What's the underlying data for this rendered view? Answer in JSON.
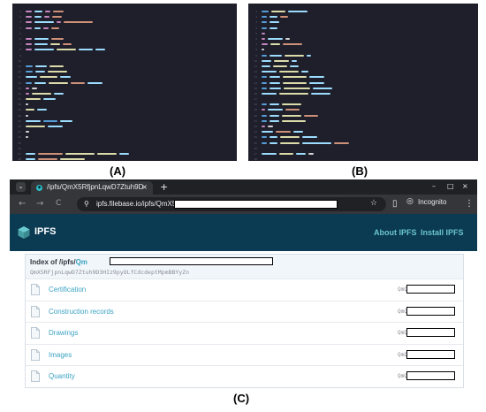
{
  "panel_a": {
    "label": "(A)",
    "lines": [
      [
        [
          "#c586c0",
          12
        ],
        [
          "#9cdcfe",
          18
        ],
        [
          "#c586c0",
          10
        ],
        [
          "#ce9178",
          22
        ]
      ],
      [
        [
          "#c586c0",
          12
        ],
        [
          "#9cdcfe",
          16
        ],
        [
          "#c586c0",
          10
        ],
        [
          "#ce9178",
          20
        ]
      ],
      [
        [
          "#c586c0",
          12
        ],
        [
          "#9cdcfe",
          40
        ],
        [
          "#c586c0",
          10
        ],
        [
          "#ce9178",
          60
        ]
      ],
      [
        [
          "#c586c0",
          12
        ],
        [
          "#9cdcfe",
          14
        ],
        [
          "#c586c0",
          10
        ],
        [
          "#ce9178",
          16
        ]
      ],
      [],
      [
        [
          "#c586c0",
          12
        ],
        [
          "#9cdcfe",
          30
        ],
        [
          "#ce9178",
          26
        ]
      ],
      [
        [
          "#c586c0",
          12
        ],
        [
          "#9cdcfe",
          28
        ],
        [
          "#dcdcaa",
          20
        ],
        [
          "#ce9178",
          18
        ]
      ],
      [
        [
          "#c586c0",
          12
        ],
        [
          "#9cdcfe",
          40
        ],
        [
          "#dcdcaa",
          40
        ],
        [
          "#9cdcfe",
          30
        ],
        [
          "#9cdcfe",
          20
        ]
      ],
      [],
      [],
      [
        [
          "#569cd6",
          14
        ],
        [
          "#9cdcfe",
          24
        ],
        [
          "#dcdcaa",
          30
        ]
      ],
      [
        [
          "#569cd6",
          14
        ],
        [
          "#9cdcfe",
          20
        ],
        [
          "#dcdcaa",
          40
        ]
      ],
      [
        [
          "#9cdcfe",
          24
        ],
        [
          "#dcdcaa",
          36
        ],
        [
          "#9cdcfe",
          22
        ]
      ],
      [
        [
          "#569cd6",
          12
        ],
        [
          "#9cdcfe",
          24
        ],
        [
          "#dcdcaa",
          40
        ],
        [
          "#ce9178",
          30
        ],
        [
          "#9cdcfe",
          30
        ]
      ],
      [
        [
          "#c586c0",
          8
        ],
        [
          "#d4d4d4",
          10
        ]
      ],
      [
        [
          "#c586c0",
          8
        ],
        [
          "#dcdcaa",
          40
        ],
        [
          "#9cdcfe",
          20
        ]
      ],
      [
        [
          "#dcdcaa",
          30
        ],
        [
          "#9cdcfe",
          26
        ]
      ],
      [
        [
          "#d4d4d4",
          6
        ]
      ],
      [
        [
          "#dcdcaa",
          18
        ],
        [
          "#9cdcfe",
          20
        ]
      ],
      [
        [
          "#d4d4d4",
          6
        ]
      ],
      [
        [
          "#9cdcfe",
          30
        ],
        [
          "#569cd6",
          30
        ],
        [
          "#9cdcfe",
          26
        ]
      ],
      [
        [
          "#dcdcaa",
          40
        ],
        [
          "#9cdcfe",
          30
        ]
      ],
      [
        [
          "#d4d4d4",
          8
        ]
      ],
      [
        [
          "#d4d4d4",
          6
        ]
      ],
      [],
      [],
      [
        [
          "#9cdcfe",
          20
        ],
        [
          "#ce9178",
          50
        ],
        [
          "#dcdcaa",
          60
        ],
        [
          "#dcdcaa",
          40
        ],
        [
          "#9cdcfe",
          20
        ]
      ],
      [
        [
          "#9cdcfe",
          20
        ],
        [
          "#ce9178",
          40
        ],
        [
          "#dcdcaa",
          50
        ]
      ],
      [],
      [
        [
          "#c586c0",
          24
        ],
        [
          "#9cdcfe",
          20
        ]
      ]
    ]
  },
  "panel_b": {
    "label": "(B)",
    "lines": [
      [
        [
          "#569cd6",
          14
        ],
        [
          "#dcdcaa",
          30
        ],
        [
          "#9cdcfe",
          40
        ]
      ],
      [
        [
          "#569cd6",
          10
        ],
        [
          "#9cdcfe",
          18
        ],
        [
          "#ce9178",
          16
        ]
      ],
      [
        [
          "#569cd6",
          10
        ],
        [
          "#9cdcfe",
          20
        ]
      ],
      [
        [
          "#569cd6",
          10
        ],
        [
          "#9cdcfe",
          18
        ]
      ],
      [
        [
          "#c586c0",
          8
        ]
      ],
      [
        [
          "#c586c0",
          8
        ],
        [
          "#9cdcfe",
          30
        ],
        [
          "#d4d4d4",
          10
        ]
      ],
      [
        [
          "#c586c0",
          12
        ],
        [
          "#dcdcaa",
          20
        ],
        [
          "#ce9178",
          40
        ]
      ],
      [
        [
          "#d4d4d4",
          6
        ]
      ],
      [
        [
          "#569cd6",
          10
        ],
        [
          "#9cdcfe",
          26
        ],
        [
          "#dcdcaa",
          40
        ],
        [
          "#9cdcfe",
          10
        ]
      ],
      [
        [
          "#9cdcfe",
          20
        ],
        [
          "#dcdcaa",
          30
        ],
        [
          "#9cdcfe",
          12
        ]
      ],
      [
        [
          "#9cdcfe",
          18
        ],
        [
          "#dcdcaa",
          30
        ],
        [
          "#9cdcfe",
          18
        ]
      ],
      [
        [
          "#9cdcfe",
          30
        ],
        [
          "#dcdcaa",
          40
        ],
        [
          "#9cdcfe",
          16
        ]
      ],
      [
        [
          "#569cd6",
          10
        ],
        [
          "#9cdcfe",
          22
        ],
        [
          "#dcdcaa",
          50
        ],
        [
          "#9cdcfe",
          30
        ]
      ],
      [
        [
          "#569cd6",
          10
        ],
        [
          "#9cdcfe",
          22
        ],
        [
          "#dcdcaa",
          50
        ],
        [
          "#9cdcfe",
          30
        ]
      ],
      [
        [
          "#569cd6",
          10
        ],
        [
          "#9cdcfe",
          24
        ],
        [
          "#dcdcaa",
          56
        ],
        [
          "#9cdcfe",
          40
        ]
      ],
      [
        [
          "#9cdcfe",
          30
        ],
        [
          "#dcdcaa",
          60
        ],
        [
          "#9cdcfe",
          40
        ]
      ],
      [],
      [
        [
          "#569cd6",
          10
        ],
        [
          "#9cdcfe",
          20
        ],
        [
          "#dcdcaa",
          40
        ]
      ],
      [
        [
          "#c586c0",
          8
        ],
        [
          "#9cdcfe",
          30
        ],
        [
          "#ce9178",
          30
        ]
      ],
      [
        [
          "#569cd6",
          10
        ],
        [
          "#9cdcfe",
          20
        ],
        [
          "#dcdcaa",
          40
        ],
        [
          "#ce9178",
          30
        ]
      ],
      [
        [
          "#569cd6",
          10
        ],
        [
          "#9cdcfe",
          20
        ],
        [
          "#dcdcaa",
          50
        ]
      ],
      [
        [
          "#c586c0",
          8
        ],
        [
          "#d4d4d4",
          10
        ]
      ],
      [
        [
          "#9cdcfe",
          24
        ],
        [
          "#ce9178",
          30
        ],
        [
          "#9cdcfe",
          20
        ]
      ],
      [
        [
          "#569cd6",
          10
        ],
        [
          "#9cdcfe",
          18
        ],
        [
          "#dcdcaa",
          40
        ],
        [
          "#9cdcfe",
          30
        ]
      ],
      [
        [
          "#569cd6",
          10
        ],
        [
          "#9cdcfe",
          18
        ],
        [
          "#dcdcaa",
          40
        ],
        [
          "#9cdcfe",
          60
        ],
        [
          "#ce9178",
          30
        ]
      ],
      [],
      [
        [
          "#9cdcfe",
          30
        ],
        [
          "#dcdcaa",
          30
        ],
        [
          "#9cdcfe",
          20
        ],
        [
          "#d4d4d4",
          10
        ]
      ],
      [],
      [
        [
          "#9cdcfe",
          30
        ],
        [
          "#dcdcaa",
          60
        ],
        [
          "#9cdcfe",
          60
        ],
        [
          "#ce9178",
          40
        ],
        [
          "#9cdcfe",
          20
        ]
      ],
      [
        [
          "#c586c0",
          14
        ],
        [
          "#9cdcfe",
          20
        ]
      ],
      [
        [
          "#9cdcfe",
          30
        ],
        [
          "#dcdcaa",
          60
        ],
        [
          "#9cdcfe",
          40
        ]
      ],
      [
        [
          "#d4d4d4",
          6
        ]
      ]
    ]
  },
  "browser": {
    "tab_title": "/ipfs/QmX5RfjpnLqwD7Ztuh9D",
    "tab_close": "×",
    "new_tab": "+",
    "window_controls": [
      "–",
      "□",
      "×"
    ],
    "url": "ipfs.filebase.io/ipfs/QmX5R",
    "incognito_label": "Incognito",
    "icons": {
      "back": "←",
      "forward": "→",
      "reload": "C",
      "site_info": "⚲",
      "star": "☆",
      "side_panel": "▯",
      "menu": "⋮"
    }
  },
  "ipfs": {
    "brand": "IPFS",
    "brand_color": "#0b3a53",
    "accent": "#69c4cd",
    "nav": [
      "About IPFS",
      "Install IPFS"
    ],
    "index_title_prefix": "Index of /ipfs/",
    "index_title_highlight": "Qm",
    "index_hash": "QmX5RFjpnLqwD7Ztuh9D3HIz9pyOLfCdcdeptMpmBBYyZn",
    "files": [
      {
        "name": "Certification",
        "hash_prefix": "QmQ"
      },
      {
        "name": "Construction records",
        "hash_prefix": "QmQ"
      },
      {
        "name": "Drawings",
        "hash_prefix": "QmQ"
      },
      {
        "name": "Images",
        "hash_prefix": "QmQ"
      },
      {
        "name": "Quantity",
        "hash_prefix": "QmQ"
      }
    ]
  },
  "panel_c": {
    "label": "(C)"
  }
}
